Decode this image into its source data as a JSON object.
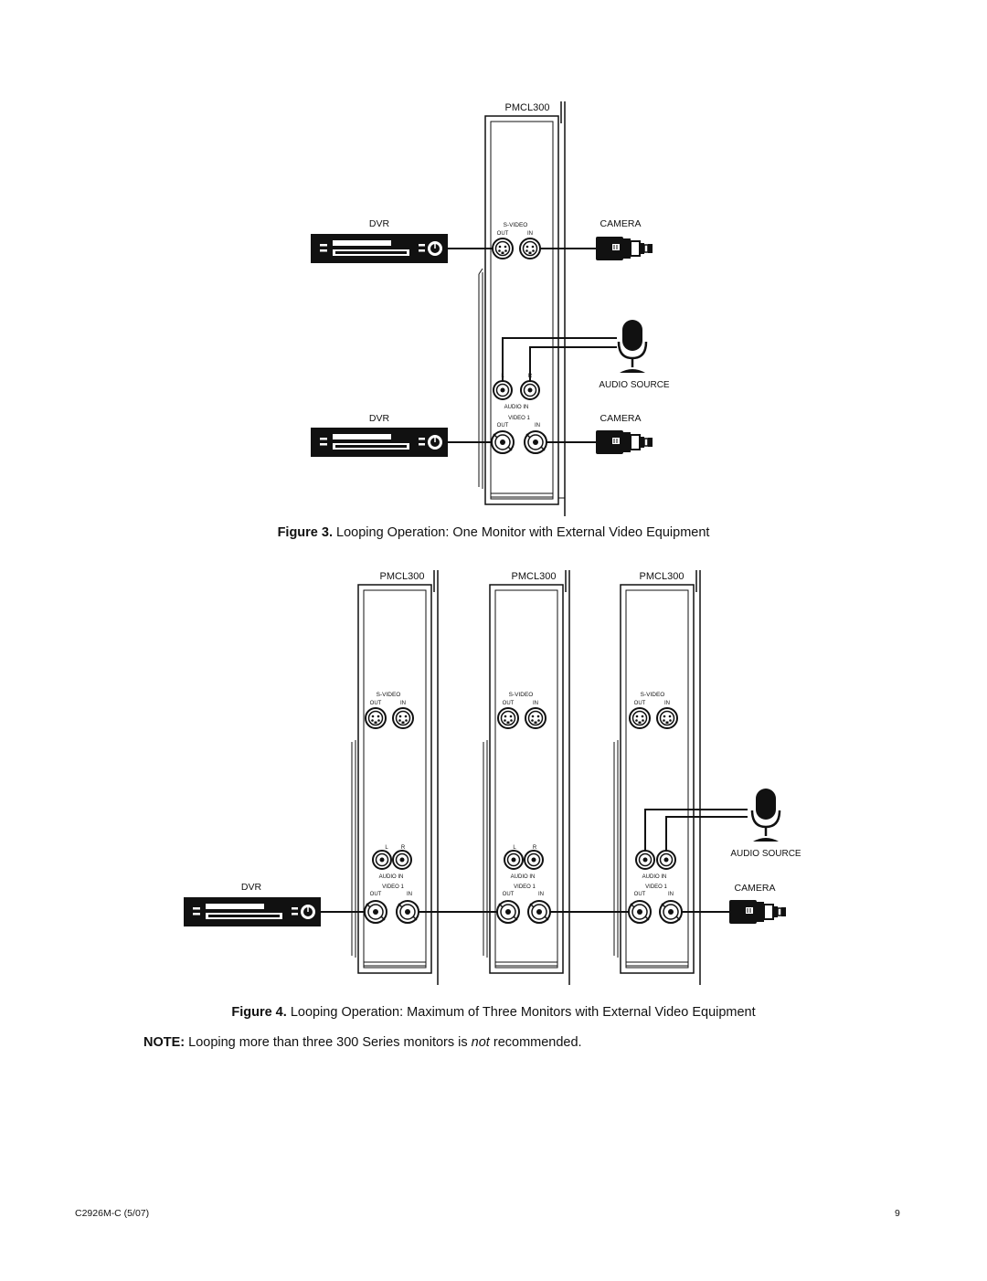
{
  "figure3": {
    "monitor_label": "PMCL300",
    "dvr_label": "DVR",
    "camera_label": "CAMERA",
    "audio_source_label": "AUDIO SOURCE",
    "svideo_label": "S-VIDEO",
    "out_label": "OUT",
    "in_label": "IN",
    "l_label": "L",
    "r_label": "R",
    "audio_in_label": "AUDIO IN",
    "video1_label": "VIDEO 1",
    "caption_num": "Figure 3.",
    "caption_text": "Looping Operation: One Monitor with External Video Equipment"
  },
  "figure4": {
    "monitor_label": "PMCL300",
    "dvr_label": "DVR",
    "camera_label": "CAMERA",
    "audio_source_label": "AUDIO SOURCE",
    "caption_num": "Figure 4.",
    "caption_text": "Looping Operation: Maximum of Three Monitors with External Video Equipment"
  },
  "note": {
    "label": "NOTE:",
    "text_before": "Looping more than three 300 Series monitors is",
    "text_emph": "not",
    "text_after": "recommended."
  },
  "footer": {
    "doc_id": "C2926M-C (5/07)",
    "page_number": "9"
  }
}
